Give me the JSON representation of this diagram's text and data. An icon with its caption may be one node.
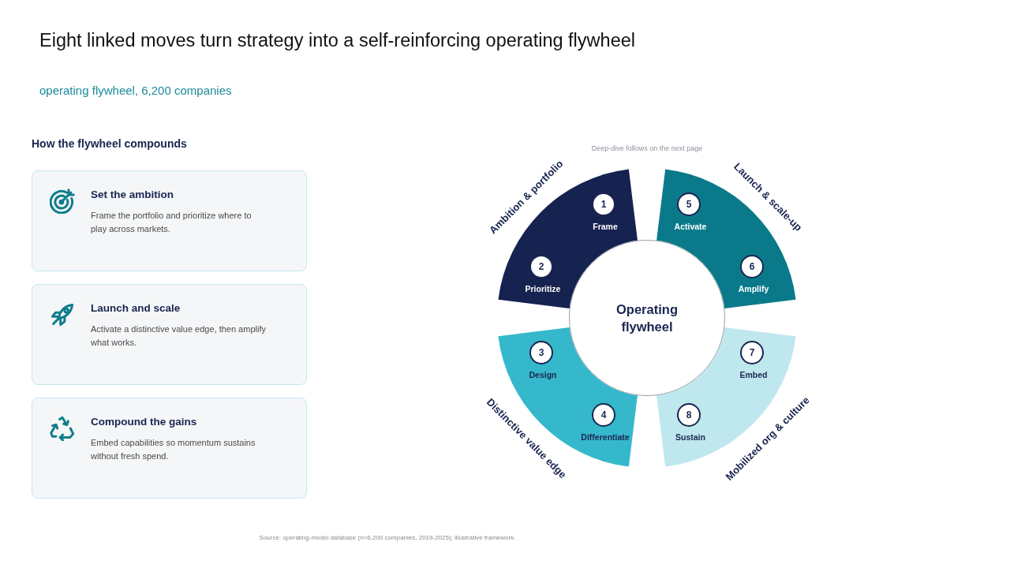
{
  "diagram": {
    "title": "Eight linked moves turn strategy into a self-reinforcing operating flywheel",
    "caption": "Source: operating-model database (n=6,200 companies, 2019-2025); illustrative framework.",
    "nodes": [
      {
        "text": [
          "Set the ambition",
          "Frame the portfolio and prioritize where to play across markets."
        ]
      },
      {
        "text": [
          "Launch and scale",
          "Activate a distinctive value edge, then amplify what works."
        ]
      },
      {
        "text": [
          "Compound the gains",
          "Embed capabilities so momentum sustains without fresh spend."
        ]
      },
      {
        "text": [
          "Ambition & portfolio"
        ]
      },
      {
        "text": [
          "1"
        ],
        "beside": [
          "Frame"
        ],
        "in": 3
      },
      {
        "text": [
          "2"
        ],
        "beside": [
          "Prioritize"
        ],
        "in": 3
      },
      {
        "text": [
          "Distinctive value edge"
        ]
      },
      {
        "text": [
          "3"
        ],
        "beside": [
          "Design"
        ],
        "in": 6
      },
      {
        "text": [
          "4"
        ],
        "beside": [
          "Differentiate"
        ],
        "in": 6
      },
      {
        "text": [
          "Launch & scale-up"
        ]
      },
      {
        "text": [
          "5"
        ],
        "beside": [
          "Activate"
        ],
        "in": 9
      },
      {
        "text": [
          "6"
        ],
        "beside": [
          "Amplify"
        ],
        "in": 9
      },
      {
        "text": [
          "Mobilized org & culture"
        ]
      },
      {
        "text": [
          "7"
        ],
        "beside": [
          "Embed"
        ],
        "in": 12
      },
      {
        "text": [
          "8"
        ],
        "beside": [
          "Sustain"
        ],
        "in": 12
      },
      {
        "text": [
          "Operating flywheel"
        ]
      }
    ],
    "labels": [
      "operating flywheel, 6,200 companies",
      "How the flywheel compounds",
      "Deep-dive follows on the next page"
    ]
  }
}
